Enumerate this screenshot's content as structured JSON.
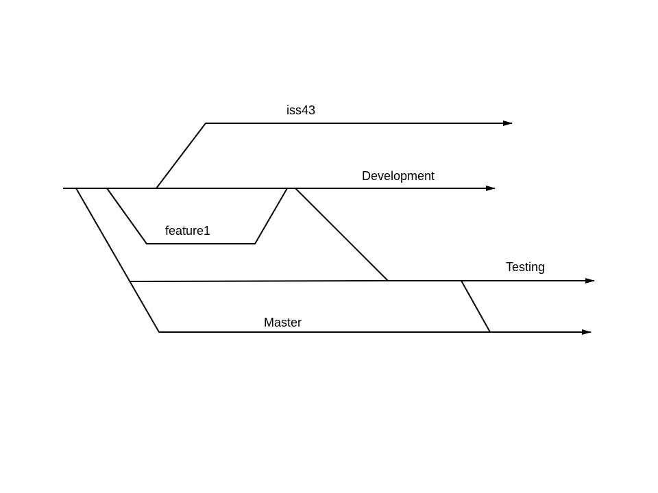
{
  "diagram": {
    "branches": {
      "iss43": "iss43",
      "development": "Development",
      "feature1": "feature1",
      "testing": "Testing",
      "master": "Master"
    },
    "line_color": "#000000",
    "background_color": "#ffffff"
  }
}
